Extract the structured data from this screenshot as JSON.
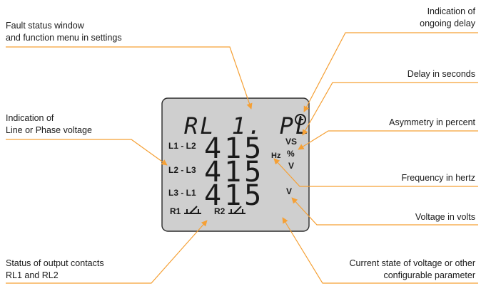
{
  "labels": {
    "fault_status": "Fault status window",
    "fault_status_2": "and function menu in settings",
    "ongoing_delay": "Indication of",
    "ongoing_delay_2": "ongoing delay",
    "delay_seconds": "Delay in seconds",
    "asymmetry": "Asymmetry in percent",
    "line_phase": "Indication of",
    "line_phase_2": "Line or Phase voltage",
    "frequency": "Frequency in hertz",
    "voltage_volts": "Voltage in volts",
    "output_contacts": "Status of output contacts",
    "output_contacts_2": "RL1 and RL2",
    "current_state": "Current state of voltage or other",
    "current_state_2": "configurable parameter"
  },
  "lcd": {
    "top_text": "RL 1. PL",
    "row1_label": "L1 - L2",
    "row2_label": "L2 - L3",
    "row3_label": "L3 - L1",
    "row1_value": "415",
    "row2_value": "415",
    "row3_value": "415",
    "unit_vs": "VS",
    "unit_percent": "%",
    "unit_hz": "Hz",
    "unit_v1": "V",
    "unit_v2": "V",
    "relay1": "R1",
    "relay2": "R2"
  },
  "colors": {
    "leader": "#f5a035",
    "lcd_bg": "#cfcfcf"
  },
  "icons": [
    "clock-icon",
    "relay-contact-icon"
  ]
}
